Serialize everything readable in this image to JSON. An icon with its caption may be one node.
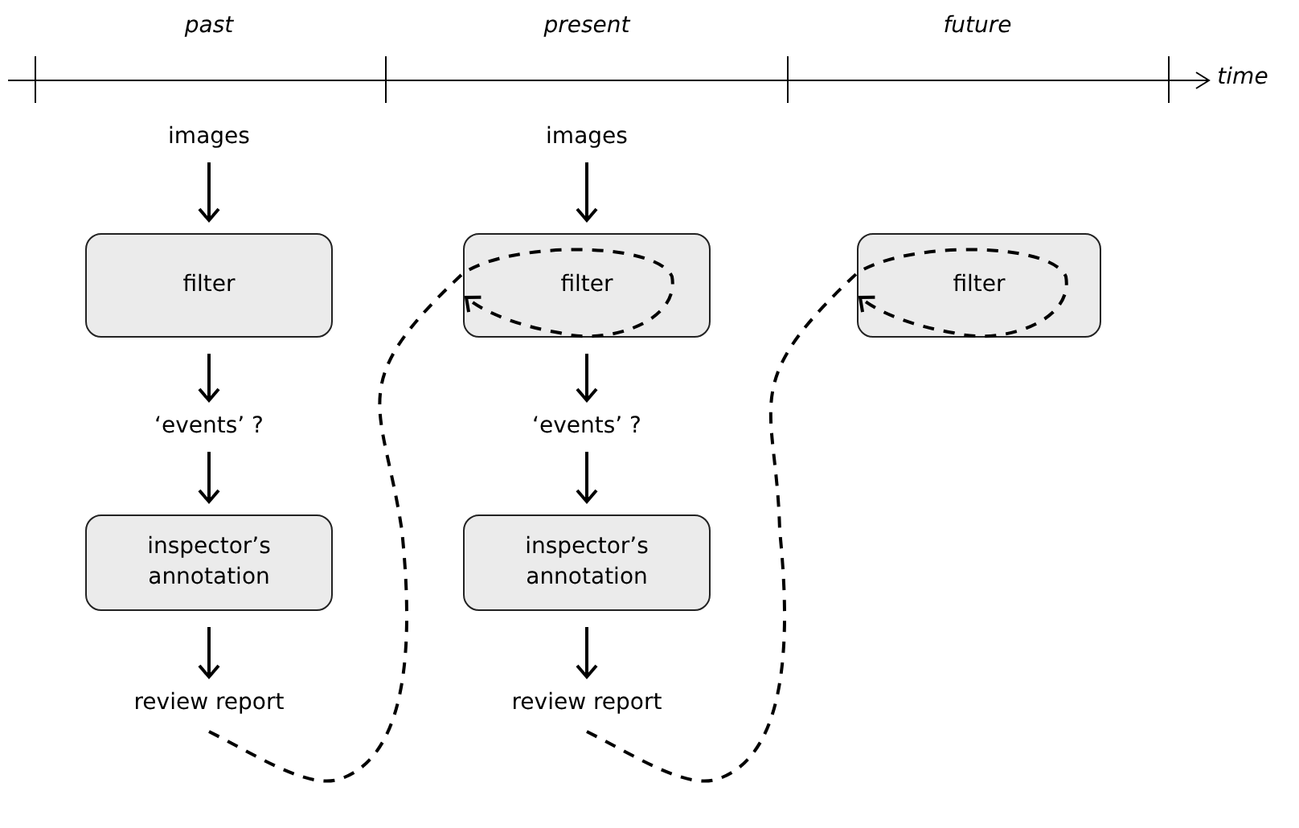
{
  "diagram": {
    "nodes": [
      {
        "text": [
          "images"
        ]
      },
      {
        "text": [
          "filter"
        ]
      },
      {
        "text": [
          "‘events’ ?"
        ]
      },
      {
        "text": [
          "inspector’s annotation"
        ]
      },
      {
        "text": [
          "review report"
        ]
      },
      {
        "text": [
          "images"
        ]
      },
      {
        "text": [
          "filter"
        ]
      },
      {
        "text": [
          "‘events’ ?"
        ]
      },
      {
        "text": [
          "inspector’s annotation"
        ]
      },
      {
        "text": [
          "review report"
        ]
      },
      {
        "text": [
          "filter"
        ]
      }
    ],
    "edges": [
      {
        "from": 0,
        "to": 1,
        "arrow": "to"
      },
      {
        "from": 1,
        "to": 2,
        "arrow": "to"
      },
      {
        "from": 2,
        "to": 3,
        "arrow": "to"
      },
      {
        "from": 3,
        "to": 4,
        "arrow": "to"
      },
      {
        "from": 5,
        "to": 6,
        "arrow": "to"
      },
      {
        "from": 6,
        "to": 7,
        "arrow": "to"
      },
      {
        "from": 7,
        "to": 8,
        "arrow": "to"
      },
      {
        "from": 8,
        "to": 9,
        "arrow": "to"
      },
      {
        "from": 4,
        "to": 6,
        "arrow": "to",
        "style": "dashed"
      },
      {
        "from": 9,
        "to": 10,
        "arrow": "to",
        "style": "dashed"
      }
    ],
    "labels": [
      "past",
      "present",
      "future",
      "time"
    ]
  }
}
